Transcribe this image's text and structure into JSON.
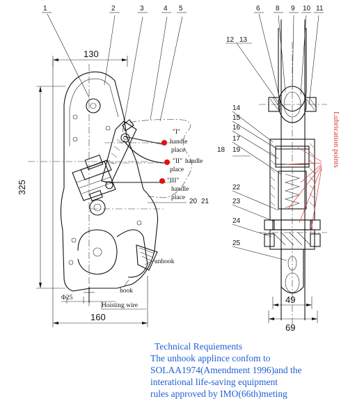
{
  "part_numbers": [
    "1",
    "2",
    "3",
    "4",
    "5",
    "6",
    "8",
    "9",
    "10",
    "11",
    "12",
    "13",
    "14",
    "15",
    "16",
    "17",
    "18",
    "19",
    "20",
    "21",
    "22",
    "23",
    "24",
    "25"
  ],
  "dimensions": {
    "width_top": "130",
    "height": "325",
    "width_bottom": "160",
    "diameter": "Φ25",
    "side_inner": "49",
    "side_outer": "69"
  },
  "annotations": {
    "hoisting_wire": "Hoisting wire",
    "hook": "hook",
    "unhook": "unhook",
    "handle_places": [
      {
        "mark": "\"I\"",
        "text1": "handle",
        "text2": "place"
      },
      {
        "mark": "\"II\"",
        "text1": "handle",
        "text2": "place"
      },
      {
        "mark": "\"III\"",
        "text1": "handle",
        "text2": "place"
      }
    ],
    "lubrication": "Lubrication points"
  },
  "colors": {
    "lubrication": "#e0302a",
    "requirements": "#1e5fd8",
    "marker": "#e01010"
  },
  "requirements": {
    "title": "Technical Requiements",
    "line1": "The unhook applince confom to",
    "line2": "SOLAA1974(Amendment 1996)and the",
    "line3": "interational life-saving equipment",
    "line4": "rules approved by IMO(66th)meting"
  }
}
